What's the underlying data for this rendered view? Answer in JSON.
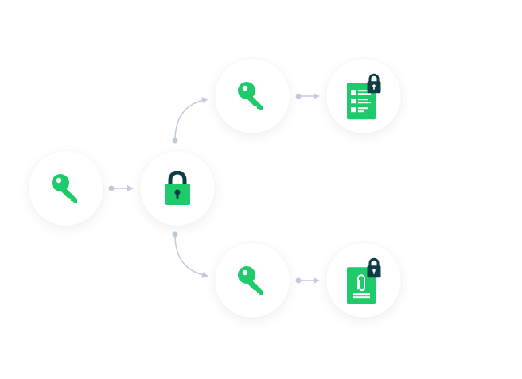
{
  "diagram": {
    "title": "Key derivation and encryption flow",
    "colors": {
      "accent_green": "#1ecb6b",
      "dark_teal": "#0f3d46",
      "connector": "#c3c9dc",
      "node_background": "#ffffff"
    },
    "nodes": [
      {
        "id": "root-key",
        "icon": "key-icon",
        "label": "Root key"
      },
      {
        "id": "vault-lock",
        "icon": "padlock-icon",
        "label": "Lock"
      },
      {
        "id": "derived-key-top",
        "icon": "key-icon",
        "label": "Derived key"
      },
      {
        "id": "locked-document",
        "icon": "locked-checklist-document-icon",
        "label": "Encrypted document"
      },
      {
        "id": "derived-key-bottom",
        "icon": "key-icon",
        "label": "Derived key"
      },
      {
        "id": "locked-attachment",
        "icon": "locked-attachment-document-icon",
        "label": "Encrypted attachment"
      }
    ],
    "edges": [
      {
        "from": "root-key",
        "to": "vault-lock",
        "style": "straight-arrow"
      },
      {
        "from": "vault-lock",
        "to": "derived-key-top",
        "style": "curved-arrow"
      },
      {
        "from": "vault-lock",
        "to": "derived-key-bottom",
        "style": "curved-arrow"
      },
      {
        "from": "derived-key-top",
        "to": "locked-document",
        "style": "straight-arrow"
      },
      {
        "from": "derived-key-bottom",
        "to": "locked-attachment",
        "style": "straight-arrow"
      }
    ]
  }
}
